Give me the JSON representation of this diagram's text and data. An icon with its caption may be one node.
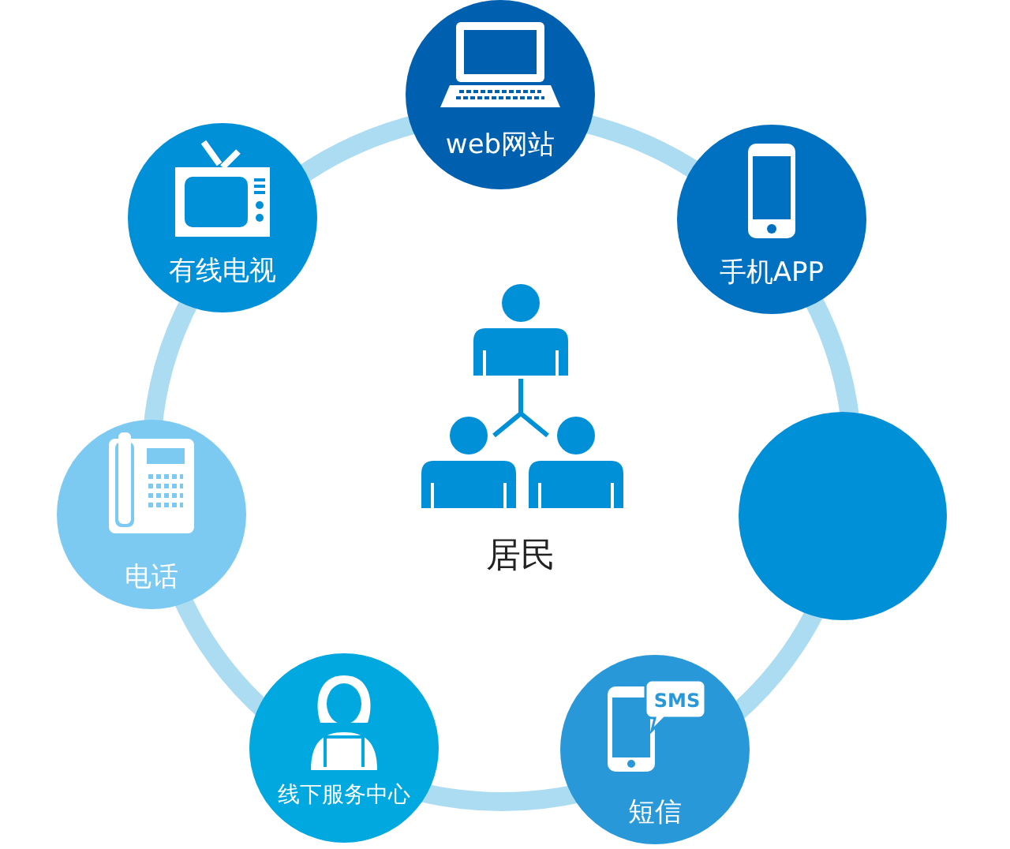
{
  "diagram": {
    "nodes": [
      {
        "text": [
          "web网站"
        ]
      },
      {
        "text": [
          "手机APP"
        ]
      },
      {
        "text": [],
        "shape": "circle"
      },
      {
        "text": [
          "短信"
        ]
      },
      {
        "text": [
          "线下服务中心"
        ]
      },
      {
        "text": [
          "电话"
        ]
      },
      {
        "text": [
          "有线电视"
        ]
      },
      {
        "text": [
          "居民"
        ]
      }
    ],
    "labels": [
      "SMS"
    ]
  }
}
